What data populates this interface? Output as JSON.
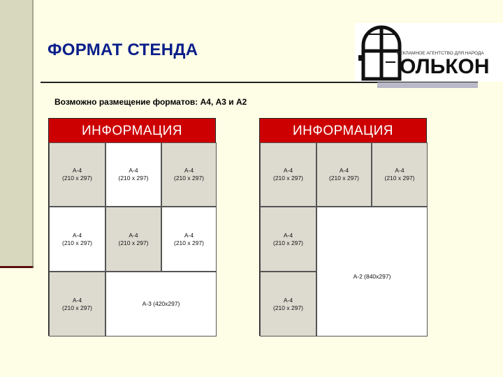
{
  "page": {
    "title": "ФОРМАТ СТЕНДА",
    "subtitle": "Возможно размещение форматов:  А4, А3 и А2"
  },
  "logo": {
    "name": "ОЛЬКОН",
    "tagline": "РЕКЛАМНОЕ АГЕНТСТВО ДЛЯ НАРОДА"
  },
  "colors": {
    "title": "#0a1e8a",
    "header": "#cc0000",
    "cell_a4": "#dddad0"
  },
  "left_stand": {
    "header": "ИНФОРМАЦИЯ",
    "a4_label": "А-4",
    "a4_size": "(210 х 297)",
    "a3_label": "А-3 (420х297)"
  },
  "right_stand": {
    "header": "ИНФОРМАЦИЯ",
    "a4_label": "А-4",
    "a4_size": "(210 х 297)",
    "a2_label": "А-2 (840х297)"
  }
}
